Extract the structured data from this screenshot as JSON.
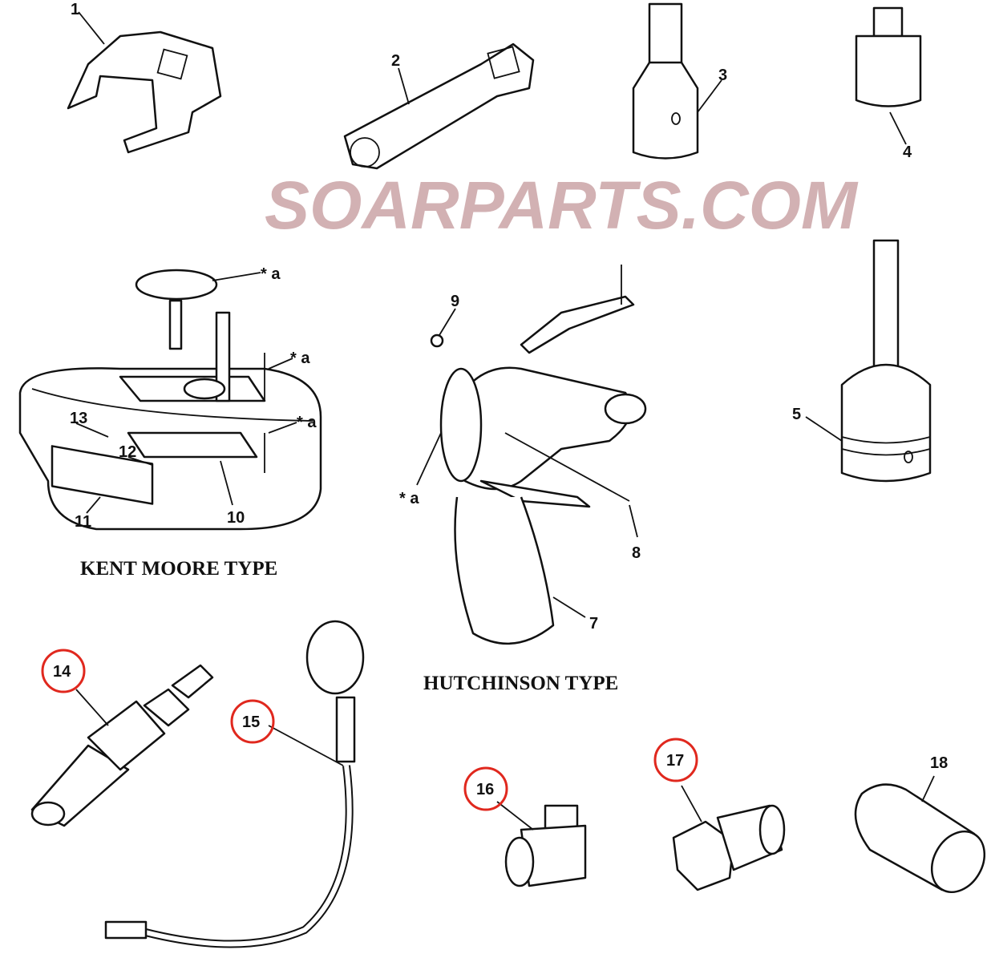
{
  "callouts": {
    "c1": "1",
    "c2": "2",
    "c3": "3",
    "c4": "4",
    "c5": "5",
    "c7": "7",
    "c8": "8",
    "c9": "9",
    "c10": "10",
    "c11": "11",
    "c12": "12",
    "c13": "13",
    "c14": "14",
    "c15": "15",
    "c16": "16",
    "c17": "17",
    "c18": "18",
    "star_a": "* a"
  },
  "titles": {
    "kent_moore": "KENT MOORE TYPE",
    "hutchinson": "HUTCHINSON TYPE"
  },
  "watermark": "SOARPARTS.COM",
  "colors": {
    "highlight_circle": "#e0281e",
    "watermark": "#a7666a"
  }
}
